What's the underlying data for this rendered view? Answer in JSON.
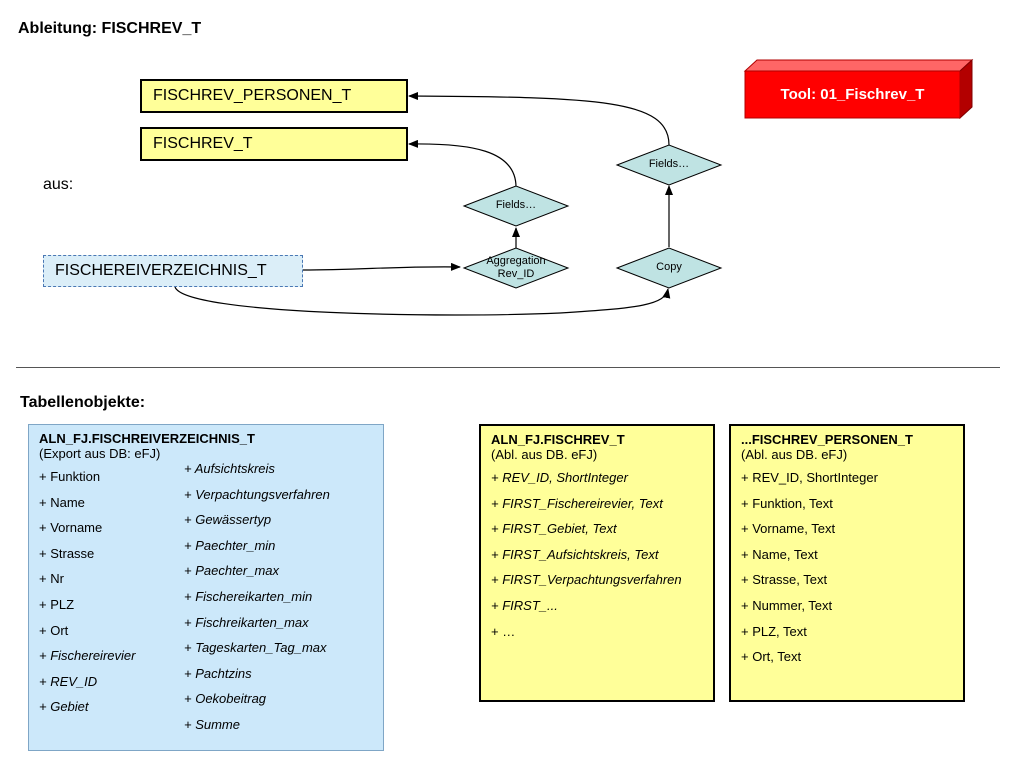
{
  "title": "Ableitung: FISCHREV_T",
  "outputs": {
    "personen": "FISCHREV_PERSONEN_T",
    "fischrev": "FISCHREV_T"
  },
  "aus_label": "aus:",
  "source": "FISCHEREIVERZEICHNIS_T",
  "tool": "Tool: 01_Fischrev_T",
  "nodes": {
    "fields_left": "Fields…",
    "fields_right": "Fields…",
    "aggregation_line1": "Aggregation",
    "aggregation_line2": "Rev_ID",
    "copy": "Copy"
  },
  "colors": {
    "output_fill": "#ffff99",
    "source_fill": "#dbeef8",
    "diamond_fill": "#bfe3e3",
    "tool_red": "#ff0000",
    "table_blue": "#cce8fa"
  },
  "section_heading": "Tabellenobjekte:",
  "tables": {
    "verzeichnis": {
      "name": "ALN_FJ.FISCHREIVERZEICHNIS_T",
      "subtitle": "(Export aus DB: eFJ)",
      "col1": [
        "+ Funktion",
        "+ Name",
        "+ Vorname",
        "+ Strasse",
        "+ Nr",
        "+ PLZ",
        "+ Ort",
        "+ Fischereirevier",
        "+ REV_ID",
        "+ Gebiet"
      ],
      "col2": [
        "+ Aufsichtskreis",
        "+ Verpachtungsverfahren",
        "+ Gewässertyp",
        "+ Paechter_min",
        "+ Paechter_max",
        "+ Fischereikarten_min",
        "+ Fischreikarten_max",
        "+ Tageskarten_Tag_max",
        "+ Pachtzins",
        "+ Oekobeitrag",
        "+ Summe"
      ]
    },
    "fischrev": {
      "name": "ALN_FJ.FISCHREV_T",
      "subtitle": "(Abl. aus DB. eFJ)",
      "items": [
        "+ REV_ID, ShortInteger",
        "+ FIRST_Fischereirevier, Text",
        "+ FIRST_Gebiet, Text",
        "+ FIRST_Aufsichtskreis, Text",
        "+ FIRST_Verpachtungsverfahren",
        "+ FIRST_...",
        "+ …"
      ]
    },
    "personen": {
      "name": "...FISCHREV_PERSONEN_T",
      "subtitle": "(Abl. aus DB. eFJ)",
      "items": [
        "+ REV_ID, ShortInteger",
        "+ Funktion, Text",
        "+ Vorname, Text",
        "+ Name, Text",
        "+ Strasse, Text",
        "+ Nummer, Text",
        "+ PLZ, Text",
        "+ Ort, Text"
      ]
    }
  }
}
